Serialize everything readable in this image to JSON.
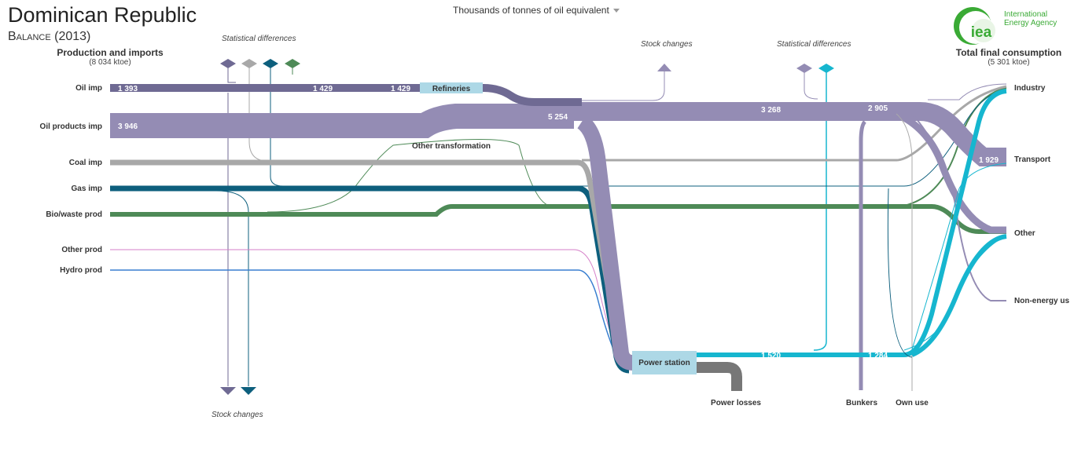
{
  "header": {
    "country": "Dominican Republic",
    "subtitle": "Balance (2013)",
    "unit_selector": "Thousands of tonnes of oil equivalent"
  },
  "logo": {
    "mark": "iea",
    "name": "International Energy Agency"
  },
  "left_column": {
    "title": "Production and imports",
    "total": "(8 034 ktoe)"
  },
  "right_column": {
    "title": "Total final consumption",
    "total": "(5 301 ktoe)"
  },
  "sources": {
    "oil_imp": "Oil imp",
    "oil_products_imp": "Oil products imp",
    "coal_imp": "Coal imp",
    "gas_imp": "Gas imp",
    "bio_waste_prod": "Bio/waste prod",
    "other_prod": "Other prod",
    "hydro_prod": "Hydro prod"
  },
  "sinks": {
    "industry": "Industry",
    "transport": "Transport",
    "other": "Other",
    "non_energy": "Non-energy us"
  },
  "nodes": {
    "refineries": "Refineries",
    "power_station": "Power station",
    "other_transformation": "Other transformation"
  },
  "bottom_labels": {
    "power_losses": "Power losses",
    "bunkers": "Bunkers",
    "own_use": "Own use"
  },
  "annotations": {
    "stat_diff_left": "Statistical differences",
    "stat_diff_right": "Statistical differences",
    "stock_changes_top": "Stock  changes",
    "stock_changes_bottom": "Stock changes"
  },
  "flow_values": {
    "oil_imp_in": "1 393",
    "oil_imp_mid": "1 429",
    "oil_to_refinery": "1 429",
    "oil_products_imp": "3 946",
    "oil_products_total": "5 254",
    "oil_after_power": "3 268",
    "oil_to_sinks": "2 905",
    "oil_to_transport": "1 929",
    "electricity_out": "1 520",
    "electricity_to_sinks": "1 284"
  },
  "colors": {
    "crude_oil": "#6f6a93",
    "oil_products": "#948cb4",
    "coal": "#a8a8a8",
    "gas": "#0d5f7d",
    "biowaste": "#4e8a57",
    "other_prod": "#d57fc8",
    "hydro": "#3a7fd0",
    "electricity": "#16b6cf",
    "losses": "#777777",
    "node_fill": "#add8e6",
    "logo_green": "#3aaa35"
  }
}
